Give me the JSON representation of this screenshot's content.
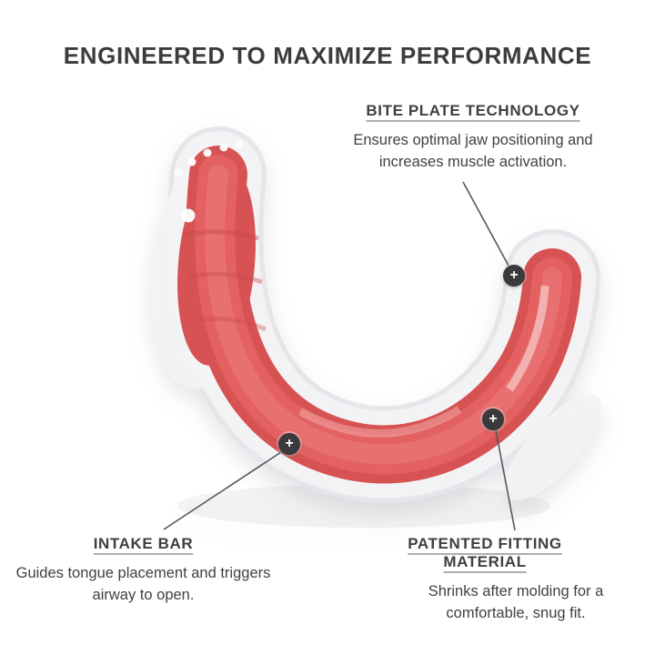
{
  "title": "ENGINEERED TO MAXIMIZE PERFORMANCE",
  "marker_symbol": "+",
  "callouts": {
    "bite_plate": {
      "heading": "BITE PLATE TECHNOLOGY",
      "body": "Ensures optimal jaw positioning and increases muscle activation."
    },
    "intake_bar": {
      "heading": "INTAKE BAR",
      "body": "Guides tongue placement and triggers airway to open."
    },
    "fitting_material": {
      "heading": "PATENTED FITTING MATERIAL",
      "body": "Shrinks after molding for a comfortable, snug fit."
    }
  },
  "illustration": {
    "subject": "mouthguard",
    "colors": {
      "shell_white": "#f3f2f4",
      "shell_rim": "#e6e5e9",
      "core_red": "#d75252",
      "core_red_mid": "#e46363",
      "core_red_light": "#ee8080",
      "marker_background": "#3a3a3c",
      "callout_line": "#55575a",
      "heading_text": "#3d3f41",
      "body_text": "#414143",
      "heading_underline": "#aeaeb2"
    }
  }
}
